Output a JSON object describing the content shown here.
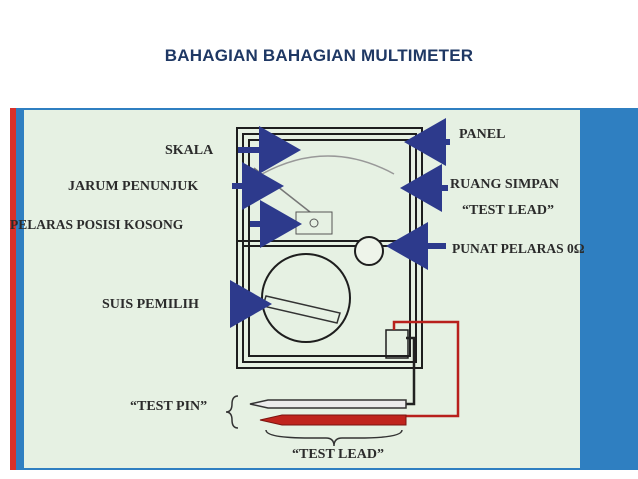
{
  "page": {
    "title": "BAHAGIAN BAHAGIAN MULTIMETER"
  },
  "diagram": {
    "labels": {
      "skala": "SKALA",
      "jarum_penunjuk": "JARUM PENUNJUK",
      "pelaras_posisi_kosong": "PELARAS POSISI KOSONG",
      "suis_pemilih": "SUIS PEMILIH",
      "test_pin": "“TEST PIN”",
      "test_lead_bottom": "“TEST LEAD”",
      "panel": "PANEL",
      "ruang_simpan": "RUANG SIMPAN",
      "test_lead_right": "“TEST LEAD”",
      "punat_pelaras": "PUNAT  PELARAS 0Ω"
    },
    "colors": {
      "poster_bg": "#e6f1e3",
      "frame_blue": "#2f7fc1",
      "frame_red": "#d9312a",
      "arrow_blue": "#2d3a8c",
      "lead_red": "#b8201c",
      "lead_black": "#222222",
      "label_text": "#2b2b2b",
      "title_text": "#1f3864"
    }
  }
}
